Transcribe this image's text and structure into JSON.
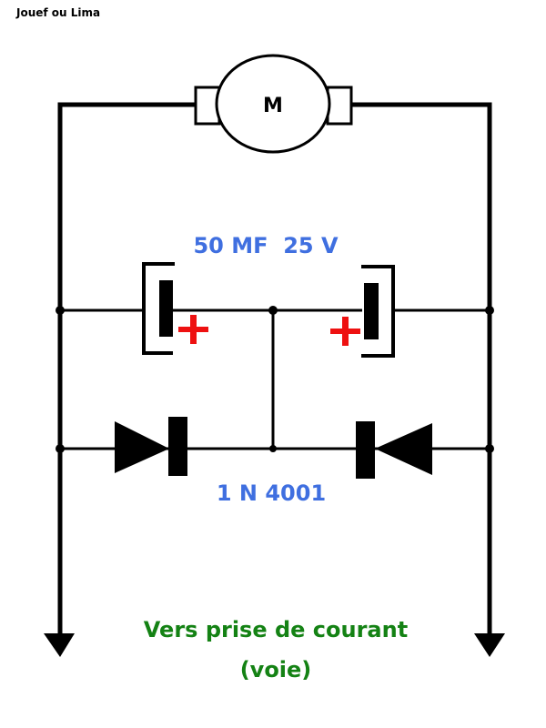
{
  "title": "Jouef ou Lima",
  "colors": {
    "wire": "#000000",
    "label_blue": "#3f6fe0",
    "label_green": "#148214",
    "polarity_red": "#ee1111"
  },
  "components": {
    "motor": {
      "icon": "motor-icon",
      "label": "M"
    },
    "capacitors": {
      "label": "50 MF  25 V",
      "items": [
        {
          "id": "C1",
          "polarity": "+",
          "icon": "polarized-capacitor-icon"
        },
        {
          "id": "C2",
          "polarity": "+",
          "icon": "polarized-capacitor-icon"
        }
      ]
    },
    "diodes": {
      "label": "1 N 4001",
      "items": [
        {
          "id": "D1",
          "direction": "right",
          "icon": "diode-icon"
        },
        {
          "id": "D2",
          "direction": "left",
          "icon": "diode-icon"
        }
      ]
    },
    "output": {
      "line1": "Vers prise de courant",
      "line2": "(voie)",
      "icon": "arrow-down-icon"
    }
  }
}
